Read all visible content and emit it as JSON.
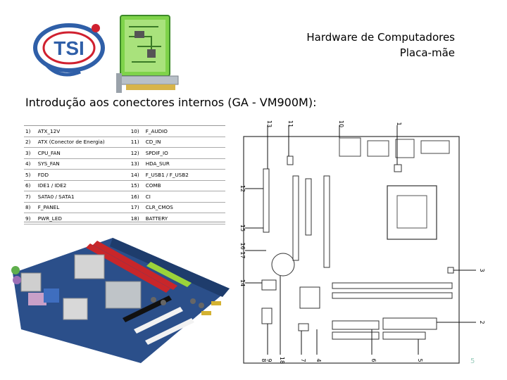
{
  "header": {
    "line1": "Hardware de Computadores",
    "line2": "Placa-mãe"
  },
  "logo": {
    "text": "TSI"
  },
  "subtitle": "Introdução aos conectores internos (GA - VM900M):",
  "connectors": [
    {
      "n": "1)",
      "label": "ATX_12V",
      "n2": "10)",
      "label2": "F_AUDIO"
    },
    {
      "n": "2)",
      "label": "ATX (Conector de Energia)",
      "n2": "11)",
      "label2": "CD_IN"
    },
    {
      "n": "3)",
      "label": "CPU_FAN",
      "n2": "12)",
      "label2": "SPDIF_IO"
    },
    {
      "n": "4)",
      "label": "SYS_FAN",
      "n2": "13)",
      "label2": "HDA_SUR"
    },
    {
      "n": "5)",
      "label": "FDD",
      "n2": "14)",
      "label2": "F_USB1 / F_USB2"
    },
    {
      "n": "6)",
      "label": "IDE1 / IDE2",
      "n2": "15)",
      "label2": "COMB"
    },
    {
      "n": "7)",
      "label": "SATA0 / SATA1",
      "n2": "16)",
      "label2": "CI"
    },
    {
      "n": "8)",
      "label": "F_PANEL",
      "n2": "17)",
      "label2": "CLR_CMOS"
    },
    {
      "n": "9)",
      "label": "PWR_LED",
      "n2": "18)",
      "label2": "BATTERY"
    }
  ],
  "diagram_labels": {
    "top": [
      "13",
      "11",
      "10",
      "1"
    ],
    "left": [
      "12",
      "15",
      "16 17",
      "14"
    ],
    "right": [
      "3",
      "2"
    ],
    "bottom": [
      "9",
      "8",
      "18",
      "7",
      "4",
      "6",
      "5"
    ]
  },
  "page_number": "5",
  "colors": {
    "logo_blue": "#2f5fa8",
    "logo_red": "#d0202f",
    "pcb_blue": "#2b4f8a",
    "slot_red": "#c8262a",
    "slot_green": "#9bd33a",
    "card_green": "#7fd34a",
    "card_pcb": "#4cae3c"
  }
}
